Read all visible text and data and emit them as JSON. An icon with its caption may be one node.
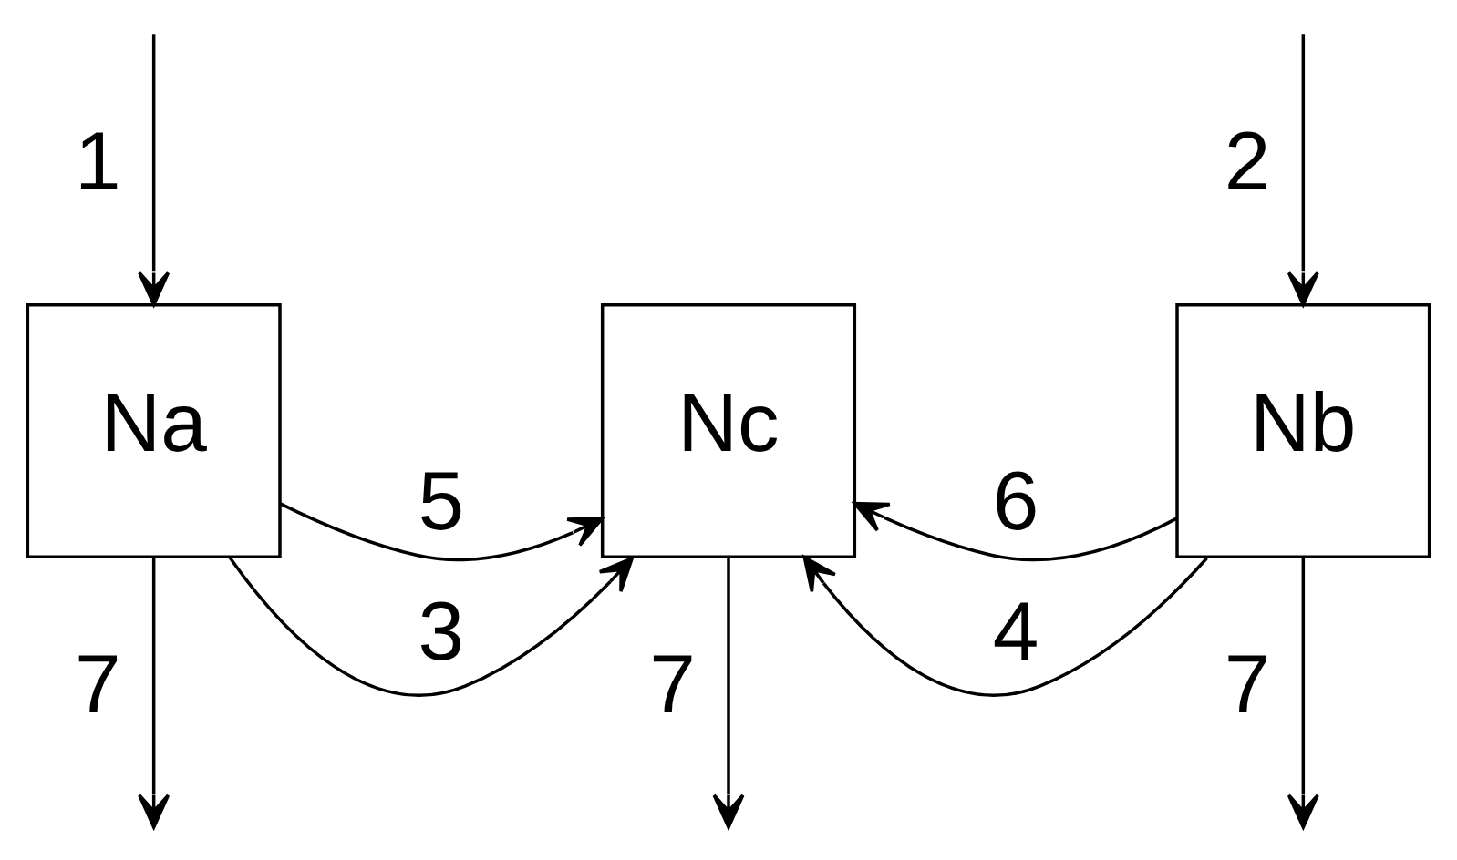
{
  "diagram": {
    "nodes": [
      {
        "text": [
          "Na"
        ]
      },
      {
        "text": [
          "Nc"
        ]
      },
      {
        "text": [
          "Nb"
        ]
      }
    ],
    "edges": [
      {
        "from": null,
        "to": 0,
        "arrow": "to",
        "label": "1"
      },
      {
        "from": null,
        "to": 2,
        "arrow": "to",
        "label": "2"
      },
      {
        "from": 0,
        "to": 1,
        "arrow": "to",
        "label": "5"
      },
      {
        "from": 0,
        "to": 1,
        "arrow": "to",
        "label": "3"
      },
      {
        "from": 2,
        "to": 1,
        "arrow": "to",
        "label": "6"
      },
      {
        "from": 2,
        "to": 1,
        "arrow": "to",
        "label": "4"
      },
      {
        "from": 0,
        "to": null,
        "arrow": "to",
        "label": "7"
      },
      {
        "from": 1,
        "to": null,
        "arrow": "to",
        "label": "7"
      },
      {
        "from": 2,
        "to": null,
        "arrow": "to",
        "label": "7"
      }
    ]
  }
}
